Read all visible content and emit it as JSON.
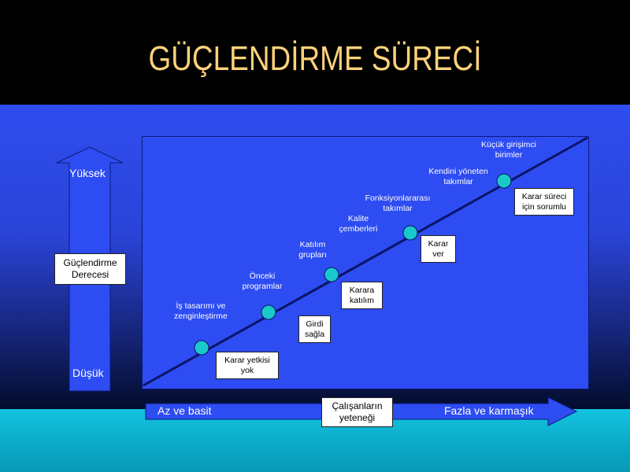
{
  "title": "GÜÇLENDİRME SÜRECİ",
  "y_axis": {
    "top_label": "Yüksek",
    "bottom_label": "Düşük",
    "box_label": "Güçlendirme\nDerecesi"
  },
  "x_axis": {
    "left_label": "Az ve basit",
    "right_label": "Fazla ve karmaşık",
    "box_label": "Çalışanların\nyeteneği"
  },
  "stages": [
    {
      "label": "İş tasarımı ve\nzenginleştirme",
      "box": "Karar yetkisi\nyok"
    },
    {
      "label": "Önceki\nprogramlar",
      "box": "Girdi\nsağla"
    },
    {
      "label": "Katılım\ngrupları",
      "box": "Karara\nkatılım"
    },
    {
      "label": "Kalite\nçemberleri",
      "box": "Karar\nver"
    },
    {
      "label": "Fonksiyonlararası\ntakımlar",
      "box": ""
    },
    {
      "label": "Kendini yöneten\ntakımlar",
      "box": "Karar süreci\niçin sorumlu"
    },
    {
      "label": "Küçük girişimci\nbirimler",
      "box": ""
    }
  ],
  "colors": {
    "title": "#FFD27A",
    "header_bg": "#000000",
    "plot_bg": "#2d4cf2",
    "line": "#0a1466",
    "node": "#19c9c9",
    "teal": "#13c4e0",
    "arrow": "#2d4cf2"
  }
}
